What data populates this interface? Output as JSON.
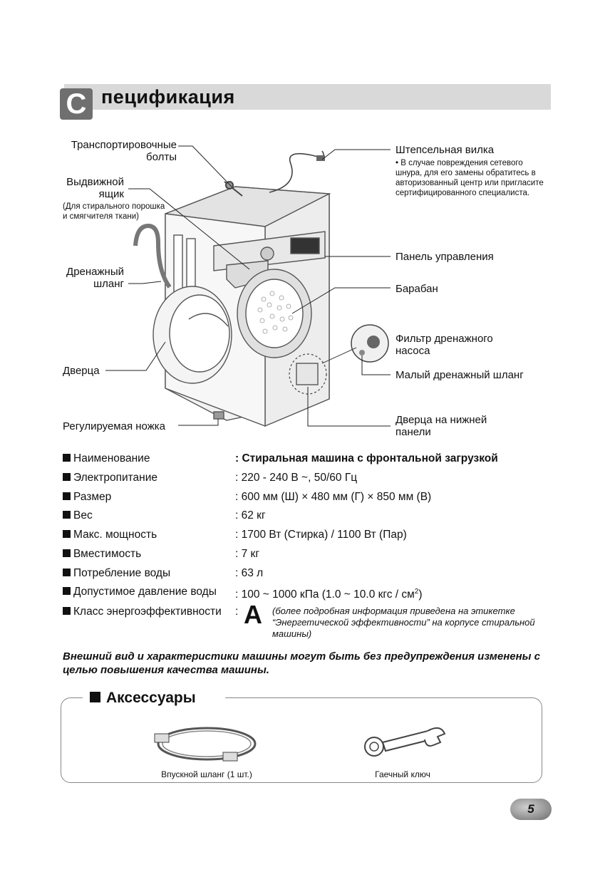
{
  "header": {
    "badge_letter": "С",
    "title": "пецификация"
  },
  "diagram": {
    "labels": {
      "transport_bolts": [
        "Транспортировочные",
        "болты"
      ],
      "drawer": [
        "Выдвижной",
        "ящик"
      ],
      "drawer_note": "(Для стирального порошка и смягчителя ткани)",
      "drain_hose": [
        "Дренажный",
        "шланг"
      ],
      "door": "Дверца",
      "adjustable_foot": "Регулируемая ножка",
      "power_plug": "Штепсельная вилка",
      "power_plug_note": "• В случае повреждения сетевого шнура, для его замены обратитесь в авторизованный центр или пригласите сертифицированного специалиста.",
      "control_panel": "Панель управления",
      "drum": "Барабан",
      "pump_filter": [
        "Фильтр дренажного",
        "насоса"
      ],
      "small_drain_hose": "Малый дренажный шланг",
      "lower_panel_door": [
        "Дверца на нижней",
        "панели"
      ]
    }
  },
  "specs": [
    {
      "key": "Наименование",
      "value": ": Стиральная машина с фронтальной загрузкой",
      "bold": true
    },
    {
      "key": "Электропитание",
      "value": ": 220 - 240 В ~, 50/60 Гц"
    },
    {
      "key": "Размер",
      "value": ": 600 мм (Ш) × 480 мм (Г) × 850 мм (В)"
    },
    {
      "key": "Вес",
      "value": ": 62 кг"
    },
    {
      "key": "Макс. мощность",
      "value": ": 1700 Вт (Стирка) / 1100 Вт (Пар)"
    },
    {
      "key": "Вместимость",
      "value": ": 7 кг"
    },
    {
      "key": "Потребление воды",
      "value": ": 63 л"
    },
    {
      "key": "Допустимое давление воды",
      "value": ": 100 ~ 1000 кПа (1.0 ~ 10.0 кгс / см",
      "sup": "2",
      "tail": ")"
    },
    {
      "key": "Класс энергоэффективности",
      "value": ":"
    }
  ],
  "energy": {
    "class": "A",
    "note": "(более подробная информация приведена на этикетке “Энергетической эффективности” на корпусе стиральной машины)"
  },
  "disclaimer": "Внешний вид и характеристики машины могут быть без предупреждения изменены с целью повышения качества машины.",
  "accessories": {
    "title": "Аксессуары",
    "items": [
      {
        "icon": "inlet-hose-icon",
        "caption": "Впускной шланг (1 шт.)"
      },
      {
        "icon": "wrench-icon",
        "caption": "Гаечный ключ"
      }
    ]
  },
  "page_number": "5"
}
